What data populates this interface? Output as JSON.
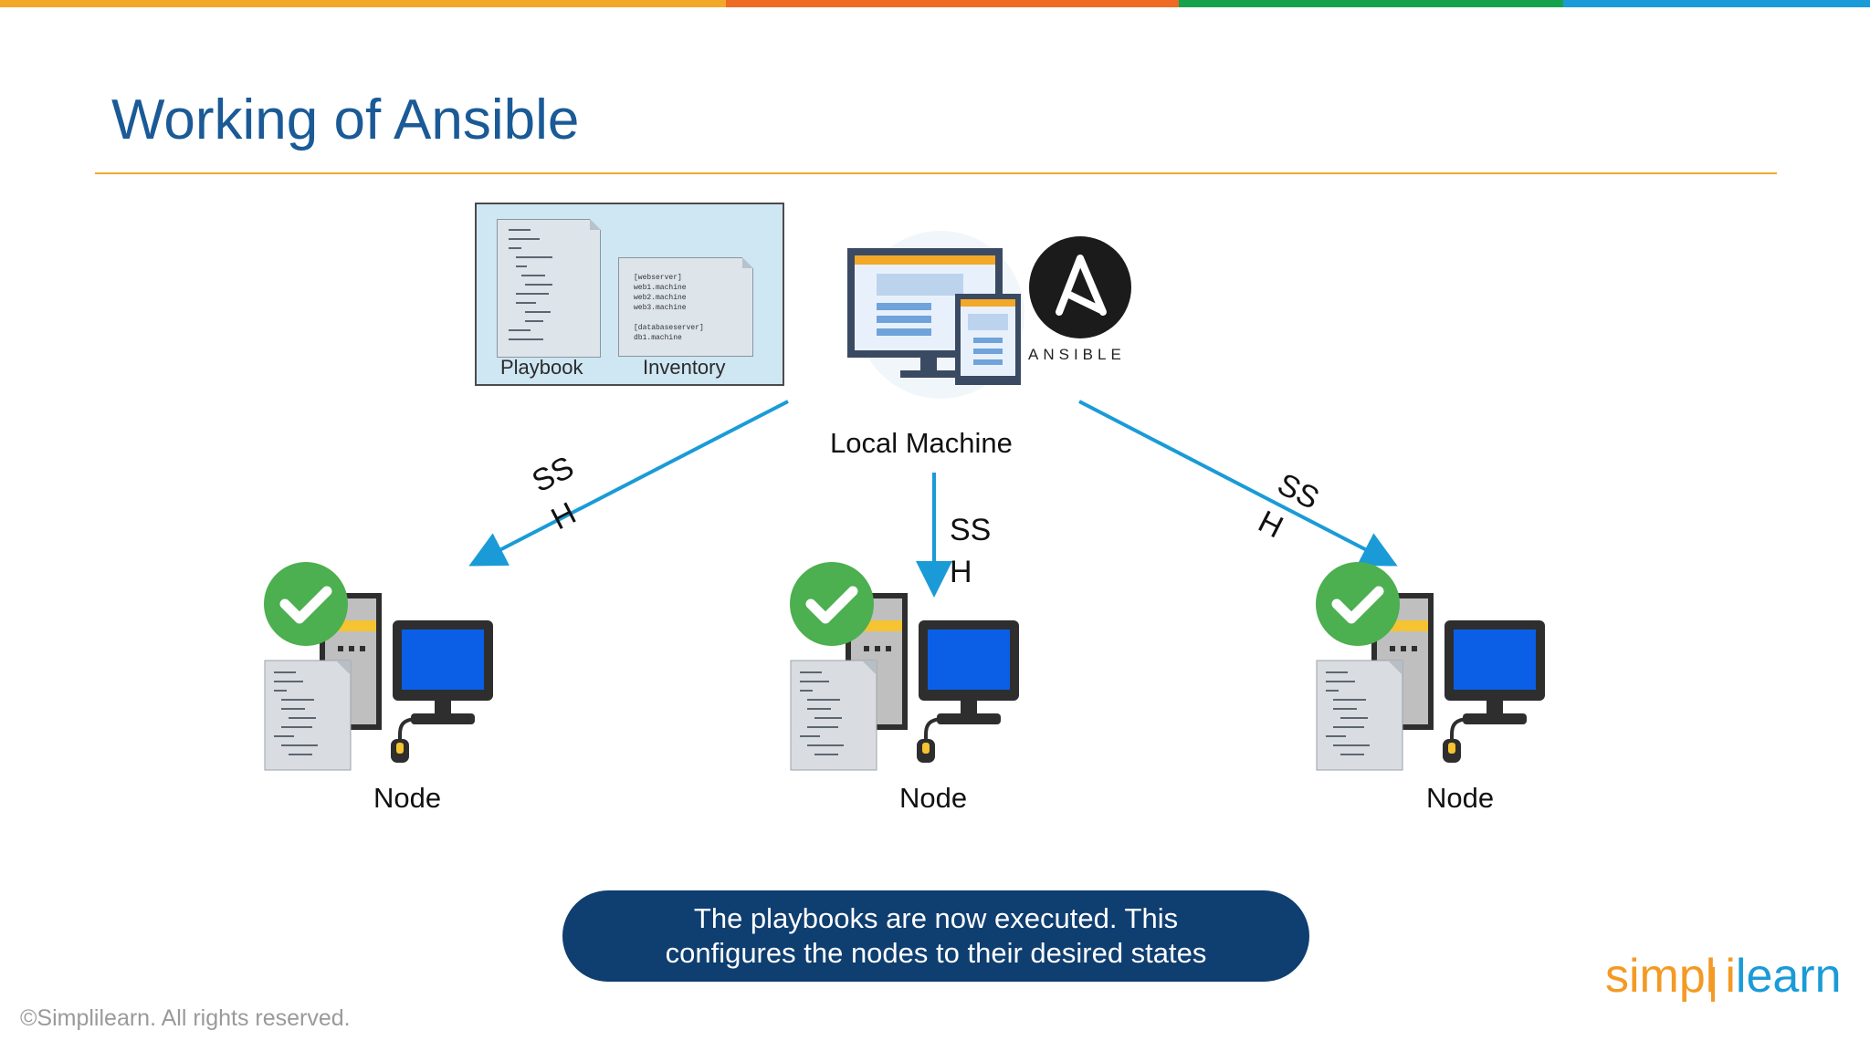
{
  "slide": {
    "title": "Working of Ansible",
    "top_bar_colors": [
      "#f3a829",
      "#ef6a24",
      "#16a24b",
      "#1a9bd7"
    ]
  },
  "files_panel": {
    "playbook_label": "Playbook",
    "inventory_label": "Inventory",
    "inventory_lines": "[webserver]\nweb1.machine\nweb2.machine\nweb3.machine\n\n[databaseserver]\ndb1.machine"
  },
  "local_machine": {
    "label": "Local Machine",
    "logo_text": "ANSIBLE"
  },
  "connections": {
    "left_ssh": "SS\nH",
    "center_ssh": "SS\nH",
    "right_ssh": "SS\nH",
    "arrow_color": "#1a9bd7"
  },
  "nodes": [
    {
      "label": "Node",
      "status": "check"
    },
    {
      "label": "Node",
      "status": "check"
    },
    {
      "label": "Node",
      "status": "check"
    }
  ],
  "callout": {
    "line1": "The playbooks are now executed. This",
    "line2": "configures the nodes to their desired states",
    "color": "#0f3e70"
  },
  "footer": {
    "copyright": "©Simplilearn. All rights reserved.",
    "brand_part1": "simpl",
    "brand_sep": "i",
    "brand_part2": "learn"
  }
}
